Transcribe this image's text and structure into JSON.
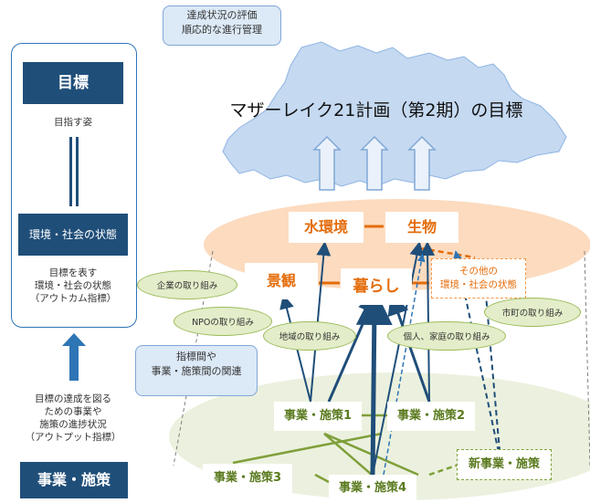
{
  "left_panel": {
    "goal": "目標",
    "goal_desc": "目指す姿",
    "state": "環境・社会の状態",
    "state_desc": [
      "目標を表す",
      "環境・社会の状態",
      "（アウトカム指標）"
    ],
    "progress_desc": [
      "目標の達成を図る",
      "ための事業や",
      "施策の進捗状況",
      "（アウトプット指標）"
    ],
    "projects": "事業・施策"
  },
  "callout_top": [
    "達成状況の評価",
    "順応的な進行管理"
  ],
  "main_title": "マザーレイク21計画（第2期）の目標",
  "outcome": {
    "water": "水環境",
    "life": "生物",
    "landscape": "景観",
    "living": "暮らし",
    "other": [
      "その他の",
      "環境・社会の状態"
    ]
  },
  "efforts": {
    "corporate": "企業の取り組み",
    "npo": "NPOの取り組み",
    "regional": "地域の取り組み",
    "individual": "個人、家庭の取り組み",
    "municipal": "市町の取り組み"
  },
  "callout_mid": [
    "指標間や",
    "事業・施策間の関連"
  ],
  "projects_boxes": {
    "p1": "事業・施策1",
    "p2": "事業・施策2",
    "p3": "事業・施策3",
    "p4": "事業・施策4",
    "new": "新事業・施策"
  },
  "colors": {
    "navy": "#1f4e79",
    "orange": "#e46c0a",
    "green": "#9bbb59",
    "blue_arrow": "#1f4e79",
    "lake": "#c5d9f1"
  }
}
